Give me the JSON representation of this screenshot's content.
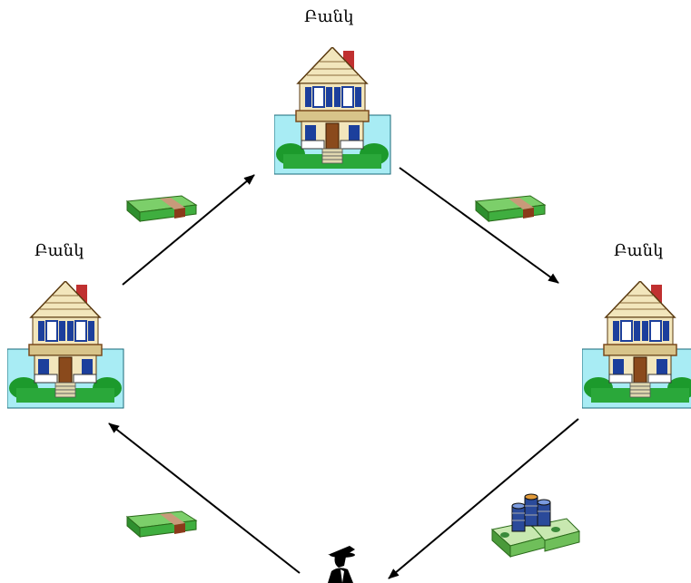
{
  "banks": {
    "top": {
      "label": "Բանկ"
    },
    "left": {
      "label": "Բանկ"
    },
    "right": {
      "label": "Բանկ"
    }
  },
  "icons": {
    "bank": "house-icon",
    "money": "banknote-stack-icon",
    "coins": "coins-and-cash-icon",
    "person": "man-with-hat-icon"
  },
  "colors": {
    "sky": "#a8ecf4",
    "grass": "#1c9a2c",
    "wall": "#f2e6bc",
    "window": "#1c3f9c",
    "roof_trim": "#7a4a1c",
    "door": "#8a4a1c",
    "chimney": "#c03030",
    "banknote": "#3fae3f",
    "band": "#b86a4a"
  }
}
